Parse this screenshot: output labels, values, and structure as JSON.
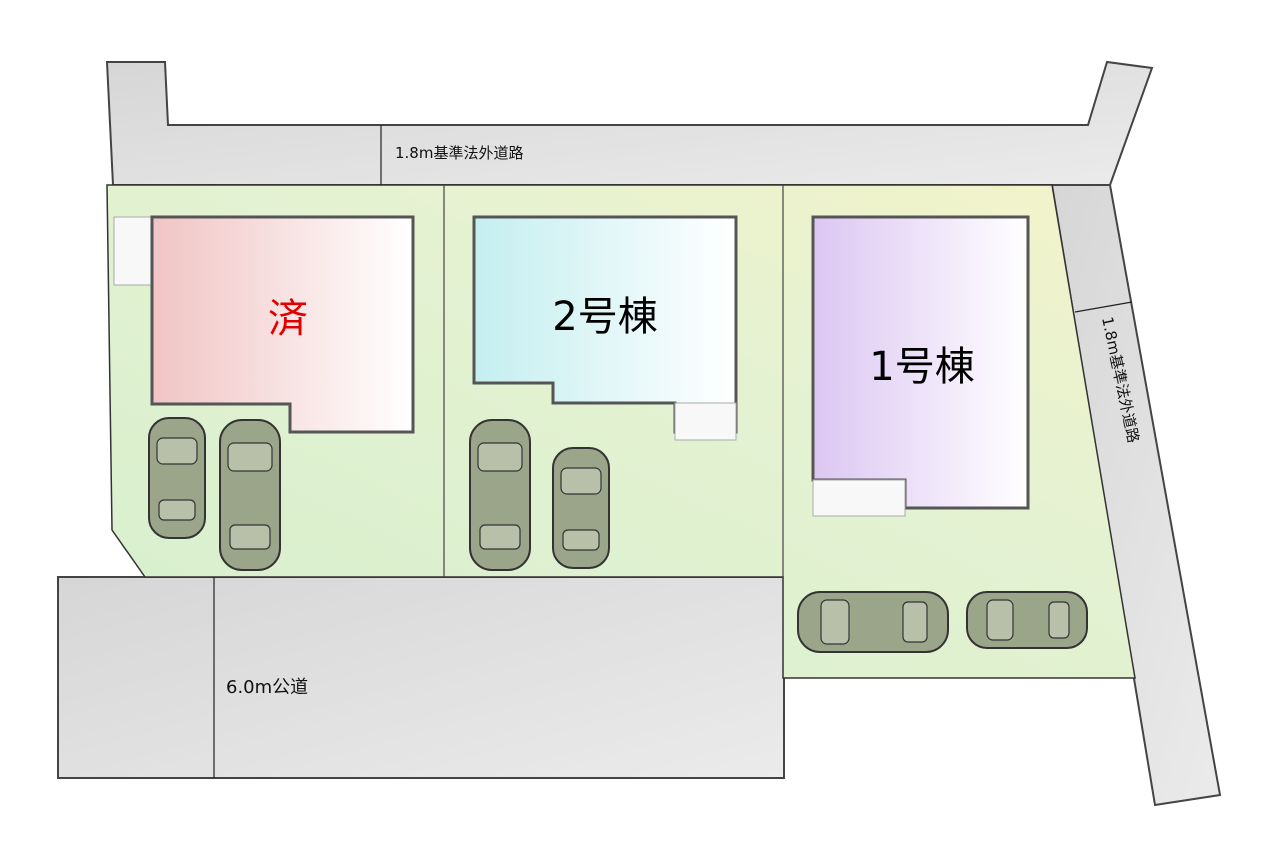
{
  "roads": {
    "north": {
      "label": "1.8m基準法外道路"
    },
    "east": {
      "label": "1.8m基準法外道路"
    },
    "south": {
      "label": "6.0m公道"
    }
  },
  "lots": {
    "sold": {
      "label": "済",
      "label_color": "#e00000"
    },
    "house2": {
      "label": "2号棟",
      "label_color": "#000000"
    },
    "house1": {
      "label": "1号棟",
      "label_color": "#000000"
    }
  },
  "colors": {
    "road": "#e2e2e2",
    "lot_green": "#dcf0cf",
    "sold_building": "#f1c8c8",
    "house2_building": "#c8ecee",
    "house1_building": "#e0ccf2",
    "car": "#9aa58a"
  },
  "parking": {
    "car_count": 6
  }
}
